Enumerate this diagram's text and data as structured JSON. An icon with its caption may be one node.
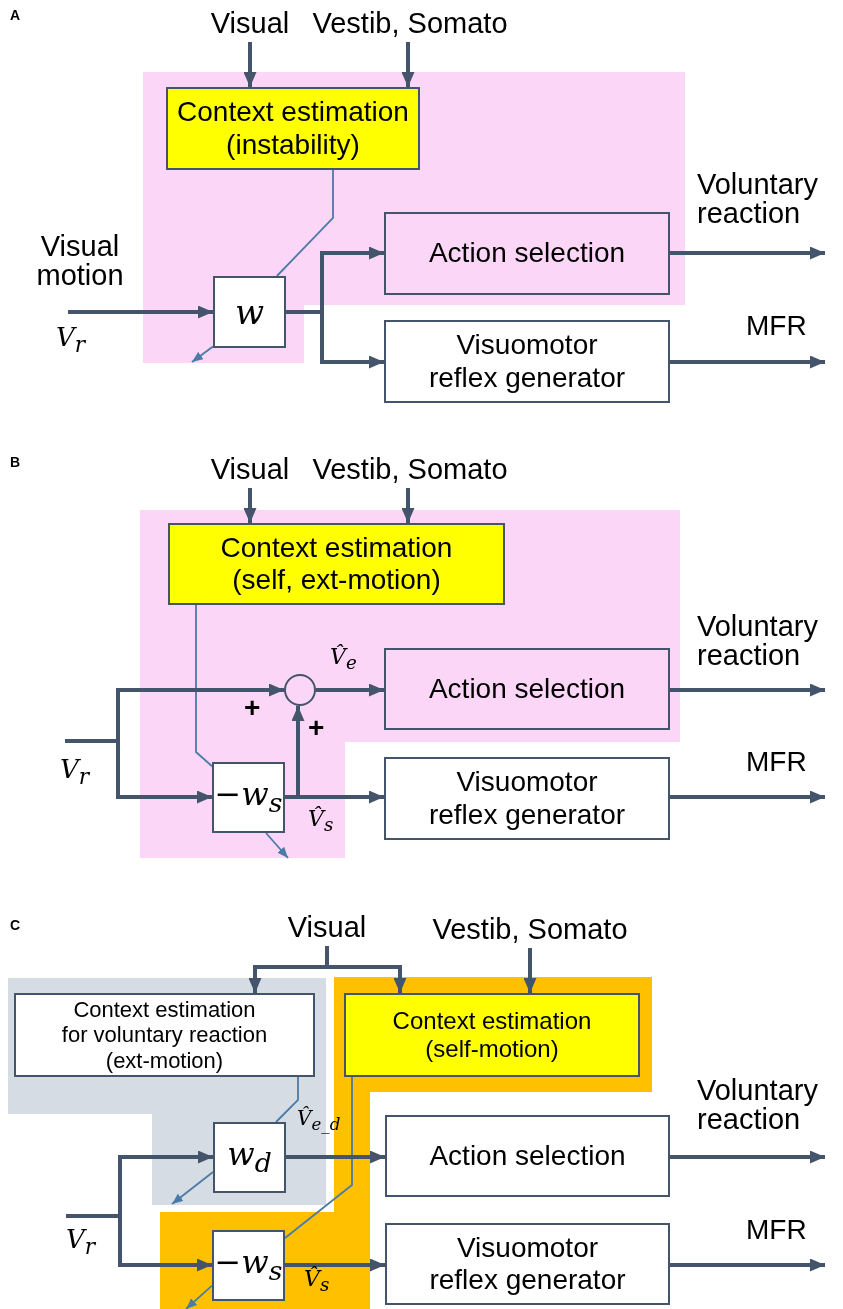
{
  "diagram": {
    "nodes": [
      {
        "text": [
          "Visual"
        ]
      },
      {
        "text": [
          "Vestib, Somato"
        ]
      },
      {
        "text": [],
        "shape": "box"
      },
      {
        "text": [
          "Context estimation (instability)"
        ],
        "in": 2
      },
      {
        "text": [
          "w"
        ],
        "in": 2
      },
      {
        "text": [
          "Action selection"
        ],
        "in": 2
      },
      {
        "text": [
          "Visuomotor reflex generator"
        ]
      },
      {
        "text": [
          "Visual"
        ]
      },
      {
        "text": [
          "Vestib, Somato"
        ]
      },
      {
        "text": [],
        "shape": "box"
      },
      {
        "text": [
          "Context estimation (self, ext-motion)"
        ],
        "in": 9
      },
      {
        "text": [],
        "shape": "circle",
        "in": 9
      },
      {
        "text": [
          "Action selection"
        ],
        "in": 9
      },
      {
        "text": [
          "−w$_{s}$"
        ],
        "in": 9
      },
      {
        "text": [
          "Visuomotor reflex generator"
        ]
      },
      {
        "text": [
          "Visual"
        ]
      },
      {
        "text": [
          "Vestib, Somato"
        ]
      },
      {
        "text": [],
        "shape": "box"
      },
      {
        "text": [
          "Context estimation for voluntary reaction (ext-motion)"
        ],
        "in": 17
      },
      {
        "text": [],
        "shape": "box"
      },
      {
        "text": [
          "Context estimation (self-motion)"
        ],
        "in": 19
      },
      {
        "text": [
          "w$_{d}$"
        ],
        "in": 17
      },
      {
        "text": [
          "Action selection"
        ]
      },
      {
        "text": [
          "−w$_{s}$"
        ],
        "in": 19
      },
      {
        "text": [
          "Visuomotor reflex generator"
        ]
      }
    ],
    "edges": [
      {
        "from": 0,
        "to": 3,
        "arrow": "to"
      },
      {
        "from": 1,
        "to": 3,
        "arrow": "to"
      },
      {
        "from": 3,
        "to": 4,
        "arrow": "none",
        "color": "#4a7ba7"
      },
      {
        "from": null,
        "to": 4,
        "arrow": "to"
      },
      {
        "from": 4,
        "to": 5,
        "arrow": "to"
      },
      {
        "from": 4,
        "to": 6,
        "arrow": "to"
      },
      {
        "from": 4,
        "to": 2,
        "arrow": "to",
        "color": "#4a7ba7"
      },
      {
        "from": 5,
        "to": null,
        "arrow": "to"
      },
      {
        "from": 6,
        "to": null,
        "arrow": "to"
      },
      {
        "from": 7,
        "to": 10,
        "arrow": "to"
      },
      {
        "from": 8,
        "to": 10,
        "arrow": "to"
      },
      {
        "from": 10,
        "to": 13,
        "arrow": "none",
        "color": "#4a7ba7"
      },
      {
        "from": null,
        "to": 11,
        "arrow": "to"
      },
      {
        "from": null,
        "to": 13,
        "arrow": "to"
      },
      {
        "from": 13,
        "to": 11,
        "arrow": "to"
      },
      {
        "from": 11,
        "to": 12,
        "arrow": "to"
      },
      {
        "from": 13,
        "to": 14,
        "arrow": "to"
      },
      {
        "from": 13,
        "to": 9,
        "arrow": "to",
        "color": "#4a7ba7"
      },
      {
        "from": 12,
        "to": null,
        "arrow": "to"
      },
      {
        "from": 14,
        "to": null,
        "arrow": "to"
      },
      {
        "from": 15,
        "to": 18,
        "arrow": "to"
      },
      {
        "from": 15,
        "to": 20,
        "arrow": "to"
      },
      {
        "from": 16,
        "to": 20,
        "arrow": "to"
      },
      {
        "from": 18,
        "to": 21,
        "arrow": "none",
        "color": "#4a7ba7"
      },
      {
        "from": 20,
        "to": 23,
        "arrow": "none",
        "color": "#4a7ba7"
      },
      {
        "from": null,
        "to": 21,
        "arrow": "to"
      },
      {
        "from": null,
        "to": 23,
        "arrow": "to"
      },
      {
        "from": 21,
        "to": 22,
        "arrow": "to"
      },
      {
        "from": 23,
        "to": 24,
        "arrow": "to"
      },
      {
        "from": 21,
        "to": 17,
        "arrow": "to",
        "color": "#4a7ba7"
      },
      {
        "from": 23,
        "to": 19,
        "arrow": "to",
        "color": "#4a7ba7"
      },
      {
        "from": 22,
        "to": null,
        "arrow": "to"
      },
      {
        "from": 24,
        "to": null,
        "arrow": "to"
      }
    ],
    "labels": [
      "A",
      "Visual motion",
      "Voluntary reaction",
      "V$_{r}$",
      "MFR",
      "B",
      "V̂$_{e}$",
      "Voluntary reaction",
      "+",
      "+",
      "V$_{r}$",
      "MFR",
      "V̂$_{s}$",
      "C",
      "V̂$_{e_d}$",
      "Voluntary reaction",
      "V$_{r}$",
      "MFR",
      "V̂$_{s}$"
    ]
  }
}
